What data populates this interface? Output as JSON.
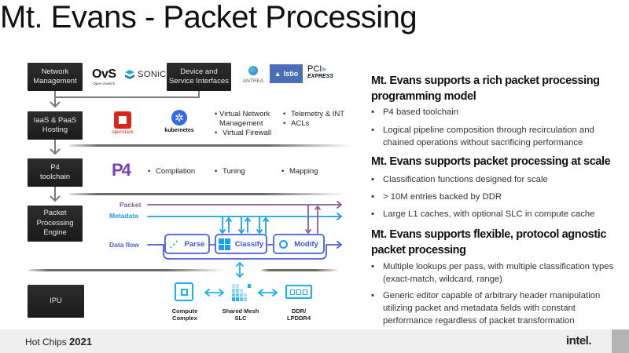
{
  "slide": {
    "title": "Mt. Evans - Packet Processing"
  },
  "left_stack": {
    "boxes": [
      {
        "label": "Network\nManagement"
      },
      {
        "label": "Device and\nService Interfaces"
      },
      {
        "label": "IaaS & PaaS\nHosting"
      },
      {
        "label": "P4\ntoolchain"
      },
      {
        "label": "Packet\nProcessing\nEngine"
      },
      {
        "label": "IPU"
      }
    ],
    "logos": {
      "ovs": "OvS",
      "ovs_sub": "Open vSwitch",
      "sonic": "SONiC",
      "antrea": "ANTREA",
      "istio": "Istio",
      "pci_top": "PCI",
      "pci_bottom": "EXPRESS",
      "openstack": "openstack",
      "kubernetes": "kubernetes",
      "p4": "P4"
    },
    "hosting_bullets_col1": [
      "Virtual Network Management",
      "Virtual Firewall"
    ],
    "hosting_bullets_col2": [
      "Telemetry & INT",
      "ACLs"
    ],
    "p4_bullets": [
      "Compilation",
      "Tuning",
      "Mapping"
    ]
  },
  "pipeline": {
    "packet_label": "Packet",
    "metadata_label": "Metadata",
    "dataflow_label": "Data flow",
    "stages": [
      "Parse",
      "Classify",
      "Modify"
    ],
    "colors": {
      "packet": "#8a5a9e",
      "metadata": "#1aa0e8",
      "dataflow": "#4a5fe0",
      "memory": "#1ab0ec"
    }
  },
  "memory": {
    "items": [
      {
        "label": "Compute\nComplex"
      },
      {
        "label": "Shared Mesh\nSLC"
      },
      {
        "label": "DDR/\nLPDDR4"
      }
    ]
  },
  "right_panel": {
    "sections": [
      {
        "heading": "Mt. Evans supports a rich packet processing programming model",
        "bullets": [
          "P4 based toolchain",
          "Logical pipeline composition through recirculation and chained operations without sacrificing performance"
        ]
      },
      {
        "heading": "Mt. Evans supports packet processing at scale",
        "bullets": [
          "Classification functions designed for scale",
          "> 10M entries backed by DDR",
          "Large L1 caches, with optional SLC in compute cache"
        ]
      },
      {
        "heading": "Mt. Evans supports flexible, protocol agnostic packet processing",
        "bullets": [
          "Multiple lookups per pass, with multiple classification types (exact-match, wildcard, range)",
          "Generic editor capable of arbitrary header manipulation utilizing packet and metadata fields with constant performance regardless of packet transformation"
        ]
      }
    ],
    "bullet_char": "▪"
  },
  "footer": {
    "event_prefix": "Hot Chips",
    "event_year": "2021",
    "brand": "intel."
  }
}
